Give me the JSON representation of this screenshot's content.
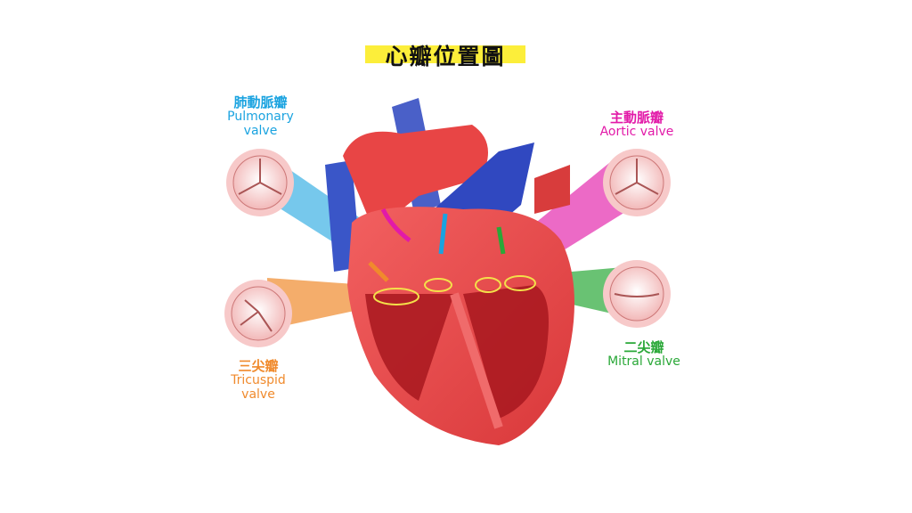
{
  "title": "心瓣位置圖",
  "labels": {
    "pulmonary": {
      "zh": "肺動脈瓣",
      "en1": "Pulmonary",
      "en2": "valve"
    },
    "aortic": {
      "zh": "主動脈瓣",
      "en1": "Aortic valve"
    },
    "tricuspid": {
      "zh": "三尖瓣",
      "en1": "Tricuspid",
      "en2": "valve"
    },
    "mitral": {
      "zh": "二尖瓣",
      "en1": "Mitral valve"
    }
  },
  "colors": {
    "pulmonary": "#1aa3e0",
    "aortic": "#e21aa8",
    "tricuspid": "#f08a2c",
    "mitral": "#2aa838",
    "title_highlight": "#fcee3a"
  }
}
